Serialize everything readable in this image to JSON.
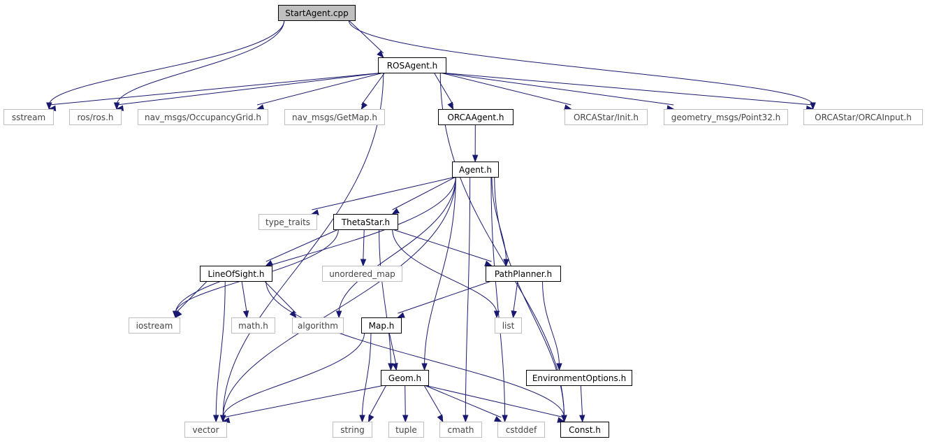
{
  "graph": {
    "colors": {
      "edge": "#191970",
      "root_fill": "#bfbfbf",
      "node_border": "#000000",
      "external_border": "#bfbfbf"
    },
    "nodes": [
      {
        "id": "startagent",
        "label": "StartAgent.cpp",
        "kind": "root"
      },
      {
        "id": "rosagent",
        "label": "ROSAgent.h",
        "kind": "project"
      },
      {
        "id": "sstream",
        "label": "sstream",
        "kind": "external"
      },
      {
        "id": "rosros",
        "label": "ros/ros.h",
        "kind": "external"
      },
      {
        "id": "occgrid",
        "label": "nav_msgs/OccupancyGrid.h",
        "kind": "external"
      },
      {
        "id": "getmap",
        "label": "nav_msgs/GetMap.h",
        "kind": "external"
      },
      {
        "id": "orcaagent",
        "label": "ORCAAgent.h",
        "kind": "project"
      },
      {
        "id": "init",
        "label": "ORCAStar/Init.h",
        "kind": "external"
      },
      {
        "id": "point32",
        "label": "geometry_msgs/Point32.h",
        "kind": "external"
      },
      {
        "id": "orcainput",
        "label": "ORCAStar/ORCAInput.h",
        "kind": "external"
      },
      {
        "id": "agent",
        "label": "Agent.h",
        "kind": "project"
      },
      {
        "id": "typetraits",
        "label": "type_traits",
        "kind": "external"
      },
      {
        "id": "thetastar",
        "label": "ThetaStar.h",
        "kind": "project"
      },
      {
        "id": "lineofsight",
        "label": "LineOfSight.h",
        "kind": "project"
      },
      {
        "id": "unorderedmap",
        "label": "unordered_map",
        "kind": "external"
      },
      {
        "id": "pathplanner",
        "label": "PathPlanner.h",
        "kind": "project"
      },
      {
        "id": "iostream",
        "label": "iostream",
        "kind": "external"
      },
      {
        "id": "mathh",
        "label": "math.h",
        "kind": "external"
      },
      {
        "id": "algorithm",
        "label": "algorithm",
        "kind": "external"
      },
      {
        "id": "maph",
        "label": "Map.h",
        "kind": "project"
      },
      {
        "id": "list",
        "label": "list",
        "kind": "external"
      },
      {
        "id": "geom",
        "label": "Geom.h",
        "kind": "project"
      },
      {
        "id": "envopts",
        "label": "EnvironmentOptions.h",
        "kind": "project"
      },
      {
        "id": "vector",
        "label": "vector",
        "kind": "external"
      },
      {
        "id": "string",
        "label": "string",
        "kind": "external"
      },
      {
        "id": "tuple",
        "label": "tuple",
        "kind": "external"
      },
      {
        "id": "cmath",
        "label": "cmath",
        "kind": "external"
      },
      {
        "id": "cstddef",
        "label": "cstddef",
        "kind": "external"
      },
      {
        "id": "const",
        "label": "Const.h",
        "kind": "project"
      }
    ],
    "edges": [
      [
        "startagent",
        "rosagent"
      ],
      [
        "startagent",
        "sstream"
      ],
      [
        "startagent",
        "rosros"
      ],
      [
        "startagent",
        "orcainput"
      ],
      [
        "rosagent",
        "sstream"
      ],
      [
        "rosagent",
        "rosros"
      ],
      [
        "rosagent",
        "occgrid"
      ],
      [
        "rosagent",
        "getmap"
      ],
      [
        "rosagent",
        "orcaagent"
      ],
      [
        "rosagent",
        "init"
      ],
      [
        "rosagent",
        "point32"
      ],
      [
        "rosagent",
        "orcainput"
      ],
      [
        "rosagent",
        "vector"
      ],
      [
        "rosagent",
        "const"
      ],
      [
        "orcaagent",
        "agent"
      ],
      [
        "agent",
        "typetraits"
      ],
      [
        "agent",
        "thetastar"
      ],
      [
        "agent",
        "pathplanner"
      ],
      [
        "agent",
        "iostream"
      ],
      [
        "agent",
        "algorithm"
      ],
      [
        "agent",
        "geom"
      ],
      [
        "agent",
        "cmath"
      ],
      [
        "agent",
        "cstddef"
      ],
      [
        "agent",
        "const"
      ],
      [
        "agent",
        "vector"
      ],
      [
        "thetastar",
        "lineofsight"
      ],
      [
        "thetastar",
        "unorderedmap"
      ],
      [
        "thetastar",
        "pathplanner"
      ],
      [
        "thetastar",
        "list"
      ],
      [
        "thetastar",
        "iostream"
      ],
      [
        "thetastar",
        "geom"
      ],
      [
        "lineofsight",
        "iostream"
      ],
      [
        "lineofsight",
        "mathh"
      ],
      [
        "lineofsight",
        "algorithm"
      ],
      [
        "lineofsight",
        "vector"
      ],
      [
        "lineofsight",
        "const"
      ],
      [
        "pathplanner",
        "maph"
      ],
      [
        "pathplanner",
        "list"
      ],
      [
        "pathplanner",
        "envopts"
      ],
      [
        "maph",
        "geom"
      ],
      [
        "maph",
        "vector"
      ],
      [
        "maph",
        "string"
      ],
      [
        "geom",
        "vector"
      ],
      [
        "geom",
        "string"
      ],
      [
        "geom",
        "tuple"
      ],
      [
        "geom",
        "cmath"
      ],
      [
        "geom",
        "cstddef"
      ],
      [
        "geom",
        "const"
      ],
      [
        "envopts",
        "const"
      ]
    ]
  }
}
